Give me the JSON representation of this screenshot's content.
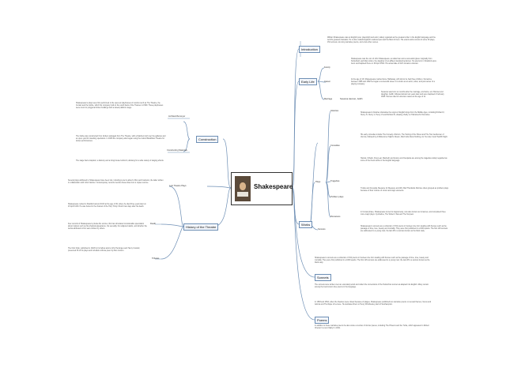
{
  "root": {
    "title": "Shakespeare",
    "portrait_icon": "portrait-icon"
  },
  "right": {
    "introduction": {
      "label": "Introduction",
      "text": "William Shakespeare was an English poet, playwright and actor, widely regarded as the greatest writer in the English language and the world's greatest dramatist. He is often called England's national poet and the Bard of Avon. His extant works consist of some 39 plays, 154 sonnets, two long narrative poems, and a few other verses."
    },
    "early_life": {
      "label": "Early Life",
      "children": [
        {
          "label": "Family",
          "text": "Shakespeare was the son of John Shakespeare, an alderman and a successful glover originally from Snitterfield, and Mary Arden, the daughter of an affluent landowning farmer. He was born in Stratford-upon-Avon and baptised there on 26 April 1564. His actual date of birth remains unknown."
        },
        {
          "label": "Career",
          "text": "At the age of 18, Shakespeare married Anne Hathaway, with whom he had three children. Sometime between 1585 and 1592 he began a successful career in London as an actor, writer, and part-owner of a playing company."
        },
        {
          "label": "Marriage",
          "sub": "Susanna Hamnet, Judith",
          "text": "Susanna was born six months after the marriage, and twins, son Hamnet and daughter Judith, followed almost two years later and were baptised 2 February 1585. Hamnet died of unknown causes at the age of 11."
        }
      ]
    },
    "works": {
      "label": "Works",
      "children": [
        {
          "label": "Plays",
          "items": [
            {
              "label": "Histories",
              "text": "Shakespeare's histories dramatise the reigns of English kings from the Middle Ages, including Richard II, Henry IV, Henry V, Henry VI and Richard III, drawing chiefly on Holinshed's Chronicles."
            },
            {
              "label": "Comedies",
              "text": "His early comedies include The Comedy of Errors, The Taming of the Shrew and The Two Gentlemen of Verona, followed by A Midsummer Night's Dream, Much Ado About Nothing, As You Like It and Twelfth Night."
            },
            {
              "label": "Tragedies",
              "text": "Hamlet, Othello, King Lear, Macbeth and Antony and Cleopatra are among the tragedies widely regarded as some of the finest works in the English language."
            },
            {
              "label": "Problem plays",
              "text": "Troilus and Cressida, Measure for Measure and All's Well That Ends Well are often grouped as problem plays because of their mixture of comic and tragic elements."
            },
            {
              "label": "Romances",
              "text": "In his last phase, Shakespeare turned to tragicomedy, now also known as romances, and completed three more major plays: Cymbeline, The Winter's Tale and The Tempest."
            }
          ]
        },
        {
          "label": "Sonnets",
          "text": "Shakespeare's sonnets are a collection of 154 poems in fourteen-line form dealing with themes such as the passage of time, love, beauty and mortality. They were first published in a 1609 quarto. The first 126 sonnets are addressed to a young man; the last 28 to a woman known as the Dark Lady.",
          "text2": "The sonnets were written over an extended period and reflect the conventions of the Petrarchan sonnet as adapted into English. Many remain among the best-known love poems in the language."
        },
        {
          "label": "Poems",
          "text": "In 1593 and 1594, when the theatres were closed because of plague, Shakespeare published two narrative poems on sexual themes, Venus and Adonis and The Rape of Lucrece. He dedicated them to Henry Wriothesley, Earl of Southampton.",
          "text2": "In addition to these narrative poems he also wrote a number of shorter pieces, including The Phoenix and the Turtle, which appeared in Robert Chester's Love's Martyr in 1601."
        }
      ]
    }
  },
  "left": {
    "construction": {
      "label": "Construction",
      "children": [
        {
          "label": "Architect/Surveyor",
          "text": "Shakespeare's plays were first performed in the open-air playhouses of London such as The Theatre, the Curtain and the Globe, which his company built on the south bank of the Thames in 1599. These playhouses were round or polygonal timber buildings with a raised platform stage."
        },
        {
          "label": "Constructing Materials",
          "text": "The Globe was constructed from timbers salvaged from The Theatre, with a thatched roof over the galleries and an open yard for standing spectators. In 1608 the company also began using the indoor Blackfriars Theatre for winter performances.",
          "text2": "The stage had a trapdoor, a balcony and a tiring-house behind it, allowing for a wide variety of staging effects."
        }
      ]
    },
    "history": {
      "label": "History of the Theatre",
      "children": [
        {
          "label": "Lost Theatre Plays",
          "text": "Several plays attributed to Shakespeare have been lost, including Love's Labour's Won and Cardenio, the latter written in collaboration with John Fletcher. Contemporary records mention these titles but no copies survive."
        },
        {
          "label": "Death",
          "text": "Shakespeare retired to Stratford around 1613 at the age of 49, where he died three years later on 23 April 1616. He was buried in the chancel of the Holy Trinity Church two days after his death.",
          "text2": "Few records of Shakespeare's private life survive; this has stimulated considerable speculation about matters such as his physical appearance, his sexuality, his religious beliefs, and whether the works attributed to him were written by others."
        },
        {
          "label": "Tributes",
          "text": "The First Folio, published in 1623 by his fellow actors John Heminges and Henry Condell, preserved 36 of his plays and included a tribute poem by Ben Jonson."
        }
      ]
    }
  },
  "colors": {
    "line": "#6e8fb5",
    "topic_border": "#6e8fb5",
    "text": "#555555"
  }
}
